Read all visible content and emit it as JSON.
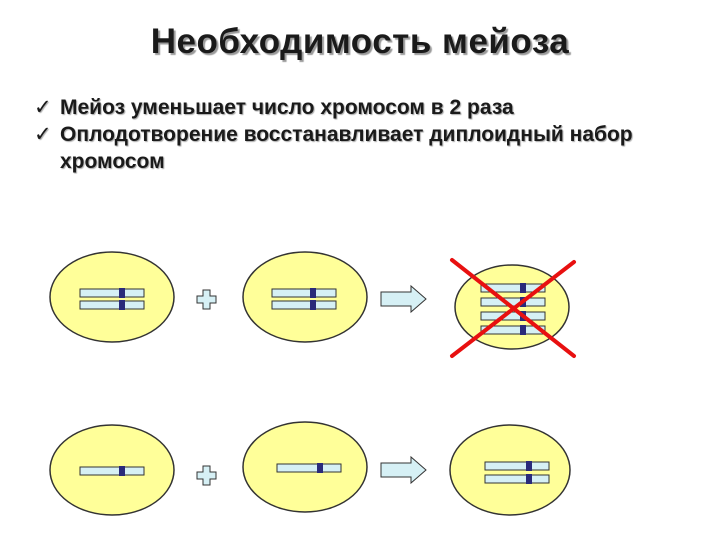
{
  "title": "Необходимость мейоза",
  "bullets": [
    {
      "icon": "checkmark-icon",
      "text": "Мейоз уменьшает число хромосом в 2 раза"
    },
    {
      "icon": "checkmark-icon",
      "text": "Оплодотворение восстанавливает диплоидный набор хромосом"
    }
  ],
  "colors": {
    "cell_fill": "#ffff99",
    "cell_stroke": "#333333",
    "chromosome_fill": "#d6f0f5",
    "chromosome_stroke": "#333333",
    "centromere": "#2a2a7a",
    "symbol_fill": "#d6f0f5",
    "cross": "#e81010"
  },
  "diagram": {
    "rows": [
      {
        "cells": [
          {
            "chromosomes": 2
          },
          {
            "chromosomes": 2
          },
          {
            "chromosomes": 4,
            "crossed_out": true
          }
        ],
        "operators": [
          "plus-icon",
          "arrow-right-icon"
        ]
      },
      {
        "cells": [
          {
            "chromosomes": 1
          },
          {
            "chromosomes": 1
          },
          {
            "chromosomes": 2
          }
        ],
        "operators": [
          "plus-icon",
          "arrow-right-icon"
        ]
      }
    ]
  }
}
